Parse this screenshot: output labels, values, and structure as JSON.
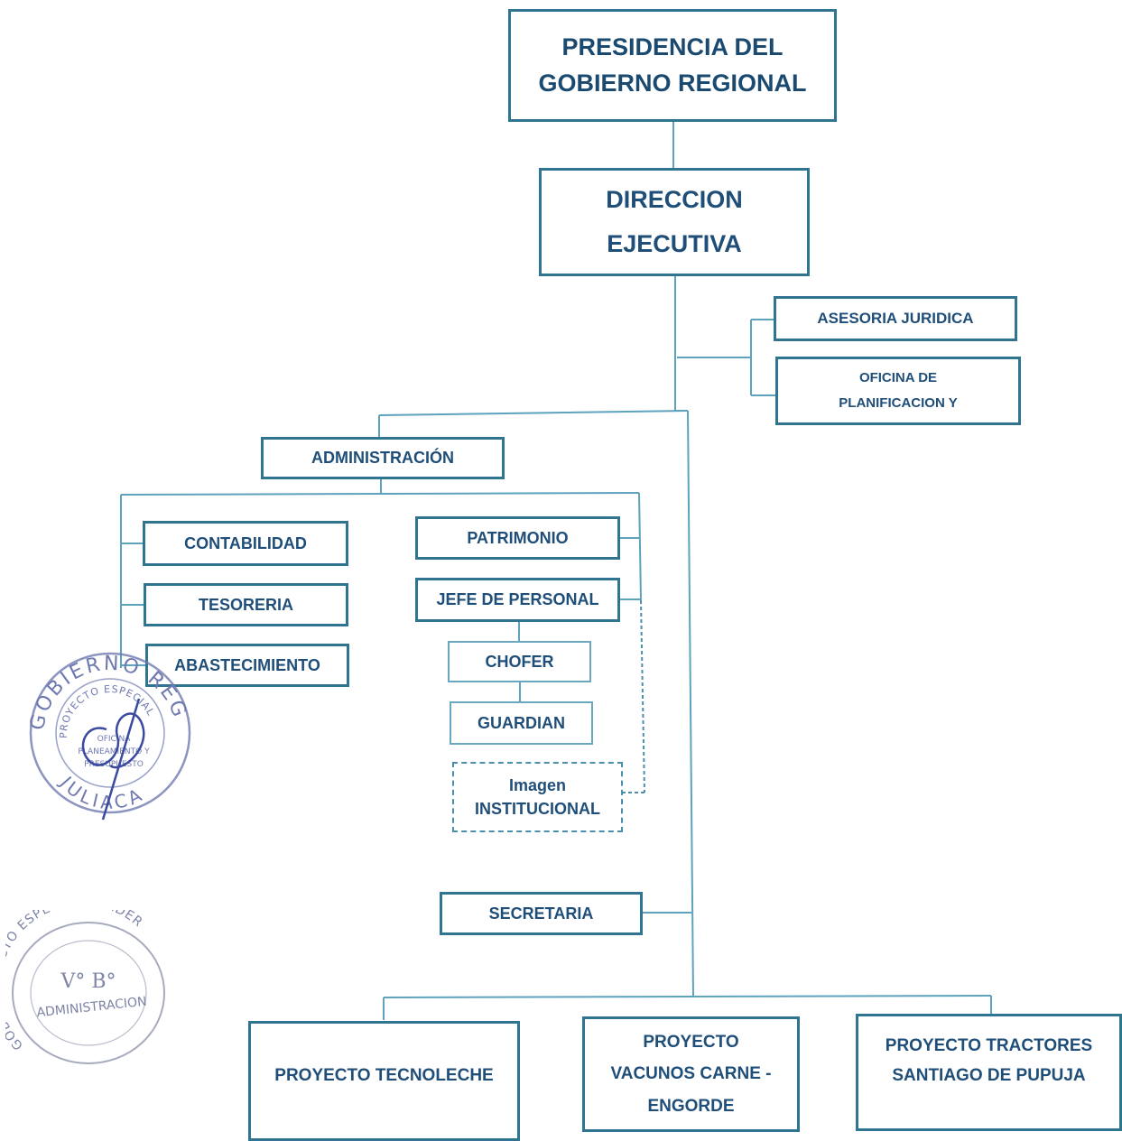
{
  "title": {
    "line1": "PRESIDENCIA DEL",
    "line2": "GOBIERNO REGIONAL"
  },
  "direccion": {
    "line1": "DIRECCION",
    "line2": "EJECUTIVA"
  },
  "asesoria": {
    "label": "ASESORIA JURIDICA"
  },
  "oficina": {
    "line1": "OFICINA DE",
    "line2": "PLANIFICACION Y"
  },
  "administracion": {
    "label": "ADMINISTRACIÓN"
  },
  "contabilidad": {
    "label": "CONTABILIDAD"
  },
  "tesoreria": {
    "label": "TESORERIA"
  },
  "abastecimiento": {
    "label": "ABASTECIMIENTO"
  },
  "patrimonio": {
    "label": "PATRIMONIO"
  },
  "jefe_personal": {
    "label": "JEFE DE PERSONAL"
  },
  "chofer": {
    "label": "CHOFER"
  },
  "guardian": {
    "label": "GUARDIAN"
  },
  "imagen": {
    "line1": "Imagen",
    "line2": "INSTITUCIONAL"
  },
  "secretaria": {
    "label": "SECRETARIA"
  },
  "proyecto_tecnoleche": {
    "label": "PROYECTO TECNOLECHE"
  },
  "proyecto_vacunos": {
    "line1": "PROYECTO",
    "line2": "VACUNOS CARNE -",
    "line3": "ENGORDE"
  },
  "proyecto_tractores": {
    "line1": "PROYECTO TRACTORES",
    "line2": "SANTIAGO DE PUPUJA"
  },
  "stamp1": {
    "top": "GOBIERNO REGIONAL",
    "inner": "PROYECTO ESPECIAL PRADERA",
    "center1": "OFICINA",
    "center2": "PLANEAMIENTO Y",
    "center3": "PRESUPUESTO",
    "bottom": "JULIACA"
  },
  "stamp2": {
    "line1": "V° B°",
    "line2": "ADMINISTRACION",
    "ring": "GOB - PROYECTO ESPECIAL PRADERA"
  },
  "colors": {
    "border": "#2f7591",
    "text": "#1f4e79",
    "line": "#6aa8bf",
    "stamp": "#4a5a9a"
  }
}
